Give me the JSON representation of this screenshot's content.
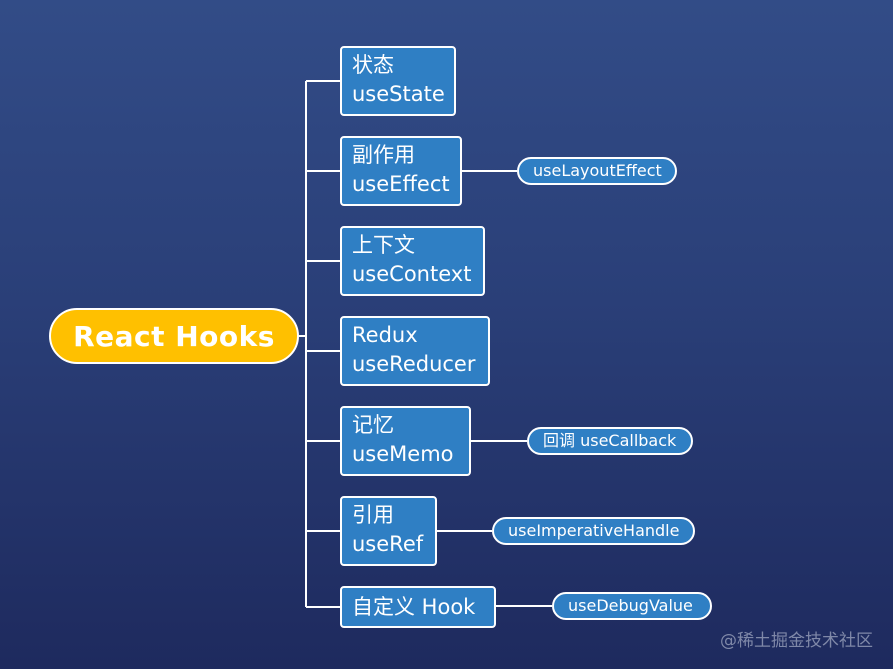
{
  "root": {
    "label": "React Hooks"
  },
  "nodes": [
    {
      "id": "state",
      "line1": "状态",
      "line2": "useState",
      "child": ""
    },
    {
      "id": "effect",
      "line1": "副作用",
      "line2": "useEffect",
      "child": "useLayoutEffect"
    },
    {
      "id": "context",
      "line1": "上下文",
      "line2": "useContext",
      "child": ""
    },
    {
      "id": "reducer",
      "line1": "Redux",
      "line2": "useReducer",
      "child": ""
    },
    {
      "id": "memo",
      "line1": "记忆",
      "line2": "useMemo",
      "child": "回调 useCallback"
    },
    {
      "id": "ref",
      "line1": "引用",
      "line2": "useRef",
      "child": "useImperativeHandle"
    },
    {
      "id": "custom",
      "line1": "自定义 Hook",
      "line2": "",
      "child": "useDebugValue"
    }
  ],
  "watermark": "@稀土掘金技术社区",
  "colors": {
    "root_fill": "#ffc000",
    "node_fill": "#2f7fc4",
    "outline": "#ffffff",
    "background_top": "#324c87",
    "background_bottom": "#1e2a5e"
  }
}
